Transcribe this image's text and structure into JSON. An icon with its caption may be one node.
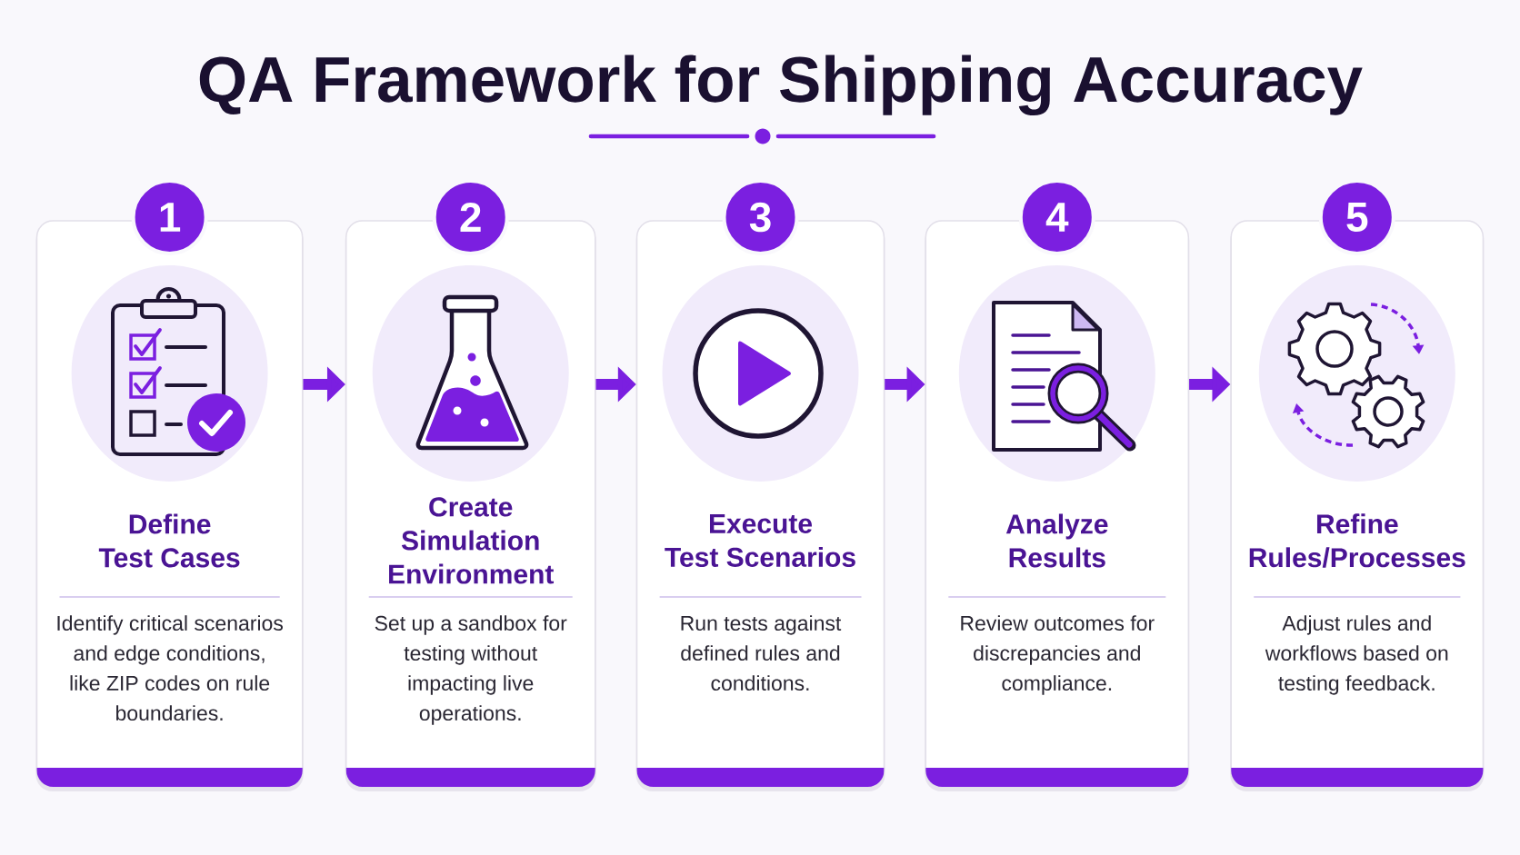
{
  "diagram": {
    "title": "QA Framework for Shipping Accuracy",
    "nodes": [
      {
        "text": [
          "1"
        ]
      },
      {
        "text": [
          "Define Test Cases",
          "Identify critical scenarios and edge conditions, like ZIP codes on rule boundaries."
        ]
      },
      {
        "text": [
          "2"
        ]
      },
      {
        "text": [
          "Create Simulation Environment",
          "Set up a sandbox for testing without impacting live operations."
        ]
      },
      {
        "text": [
          "3"
        ]
      },
      {
        "text": [
          "Execute Test Scenarios",
          "Run tests against defined rules and conditions."
        ]
      },
      {
        "text": [
          "4"
        ]
      },
      {
        "text": [
          "Analyze Results",
          "Review outcomes for discrepancies and compliance."
        ]
      },
      {
        "text": [
          "5"
        ]
      },
      {
        "text": [
          "Refine Rules/Processes",
          "Adjust rules and workflows based on testing feedback."
        ]
      }
    ],
    "edges": [
      {
        "from": 1,
        "to": 3,
        "arrow": "to"
      },
      {
        "from": 3,
        "to": 5,
        "arrow": "to"
      },
      {
        "from": 5,
        "to": 7,
        "arrow": "to"
      },
      {
        "from": 7,
        "to": 9,
        "arrow": "to"
      }
    ]
  }
}
